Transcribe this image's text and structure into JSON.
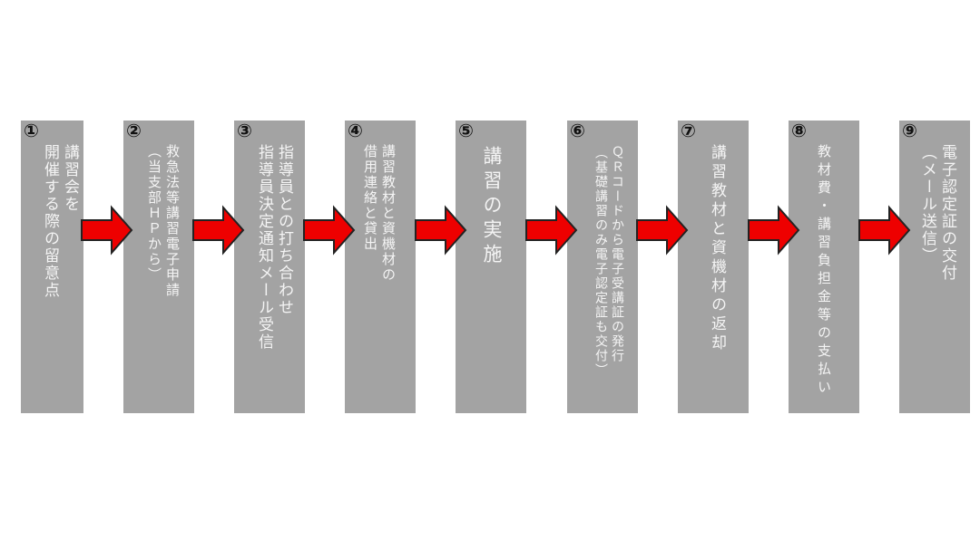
{
  "colors": {
    "box": "#a3a3a3",
    "arrow": "#ee0000",
    "text": "#f4f4f4"
  },
  "steps": [
    {
      "num": "①",
      "lines": [
        "講習会を",
        "開催する際の留意点"
      ]
    },
    {
      "num": "②",
      "lines": [
        "救急法等講習電子申請",
        "（当支部ＨＰから）"
      ]
    },
    {
      "num": "③",
      "lines": [
        "指導員との打ち合わせ",
        "指導員決定通知メール受信"
      ]
    },
    {
      "num": "④",
      "lines": [
        "講習教材と資機材の",
        "借用連絡と貸出"
      ]
    },
    {
      "num": "⑤",
      "lines": [
        "講習の実施"
      ]
    },
    {
      "num": "⑥",
      "lines": [
        "ＱＲコードから電子受講証の発行",
        "（基礎講習のみ電子認定証も交付）"
      ]
    },
    {
      "num": "⑦",
      "lines": [
        "講習教材と資機材の返却"
      ]
    },
    {
      "num": "⑧",
      "lines": [
        "教材費・講習負担金等の支払い"
      ]
    },
    {
      "num": "⑨",
      "lines": [
        "電子認定証の交付",
        "（メール送信）"
      ]
    }
  ]
}
